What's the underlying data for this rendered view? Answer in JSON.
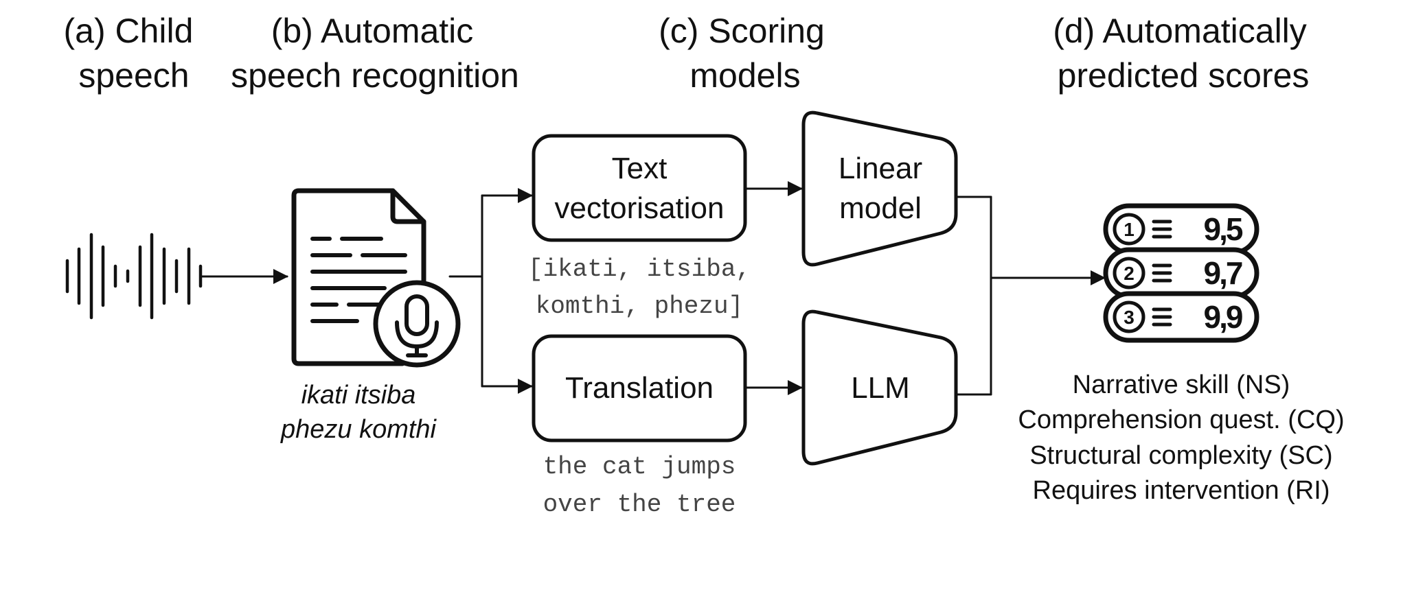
{
  "stages": {
    "a": {
      "line1": "(a) Child",
      "line2": "speech"
    },
    "b": {
      "line1": "(b) Automatic",
      "line2": "speech recognition"
    },
    "c": {
      "line1": "(c) Scoring",
      "line2": "models"
    },
    "d": {
      "line1": "(d) Automatically",
      "line2": "predicted scores"
    }
  },
  "asr": {
    "line1": "ikati itsiba",
    "line2": "phezu komthi"
  },
  "boxes": {
    "vectorisation": {
      "line1": "Text",
      "line2": "vectorisation"
    },
    "translation": {
      "label": "Translation"
    },
    "linear": {
      "line1": "Linear",
      "line2": "model"
    },
    "llm": {
      "label": "LLM"
    }
  },
  "tokens": {
    "line1": "[ikati, itsiba,",
    "line2": "komthi, phezu]"
  },
  "translation_text": {
    "line1": "the cat jumps",
    "line2": "over the tree"
  },
  "scores": [
    {
      "number": "1",
      "value": "9,5"
    },
    {
      "number": "2",
      "value": "9,7"
    },
    {
      "number": "3",
      "value": "9,9"
    }
  ],
  "score_labels": [
    "Narrative skill (NS)",
    "Comprehension quest. (CQ)",
    "Structural complexity (SC)",
    "Requires intervention (RI)"
  ],
  "icons": {
    "waveform": "audio-waveform-icon",
    "document": "document-microphone-icon",
    "score_list": "score-list-icon"
  }
}
